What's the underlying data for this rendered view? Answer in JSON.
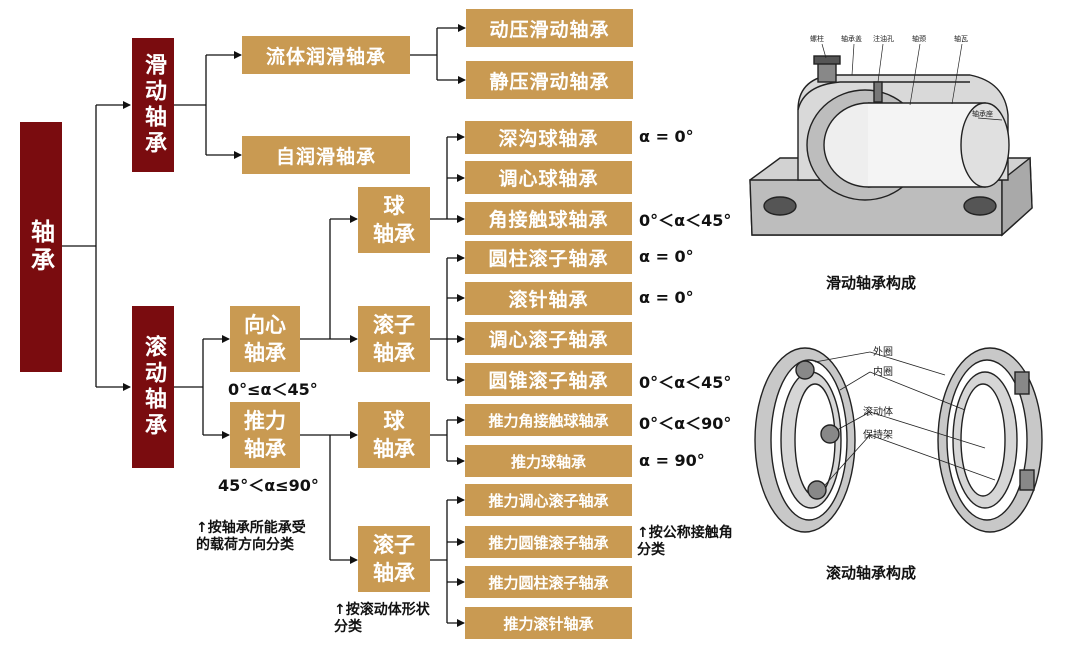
{
  "root": "轴承",
  "sliding": {
    "label": "滑动轴承",
    "fluid": "流体润滑轴承",
    "dynamic": "动压滑动轴承",
    "static": "静压滑动轴承",
    "self": "自润滑轴承"
  },
  "rolling": {
    "label": "滚动轴承",
    "radial": {
      "line1": "向心",
      "line2": "轴承",
      "angle": "0°≤α＜45°"
    },
    "thrust": {
      "line1": "推力",
      "line2": "轴承",
      "angle": "45°＜α≤90°"
    },
    "ball": {
      "line1": "球",
      "line2": "轴承"
    },
    "roller": {
      "line1": "滚子",
      "line2": "轴承"
    },
    "radial_ball_items": [
      {
        "label": "深沟球轴承",
        "angle": "α = 0°"
      },
      {
        "label": "调心球轴承",
        "angle": ""
      },
      {
        "label": "角接触球轴承",
        "angle": "0°＜α＜45°"
      }
    ],
    "radial_roller_items": [
      {
        "label": "圆柱滚子轴承",
        "angle": "α = 0°"
      },
      {
        "label": "滚针轴承",
        "angle": "α = 0°"
      },
      {
        "label": "调心滚子轴承",
        "angle": ""
      },
      {
        "label": "圆锥滚子轴承",
        "angle": "0°＜α＜45°"
      }
    ],
    "thrust_ball_items": [
      {
        "label": "推力角接触球轴承",
        "angle": "0°＜α＜90°"
      },
      {
        "label": "推力球轴承",
        "angle": "α = 90°"
      }
    ],
    "thrust_roller_items": [
      {
        "label": "推力调心滚子轴承"
      },
      {
        "label": "推力圆锥滚子轴承"
      },
      {
        "label": "推力圆柱滚子轴承"
      },
      {
        "label": "推力滚针轴承"
      }
    ]
  },
  "notes": {
    "load_direction": "↑按轴承所能承受\n的载荷方向分类",
    "rolling_shape": "↑按滚动体形状\n分类",
    "contact_angle": "↑按公称接触角\n分类"
  },
  "figures": {
    "sliding_caption": "滑动轴承构成",
    "rolling_caption": "滚动轴承构成",
    "sliding_parts": [
      "螺柱",
      "轴承盖",
      "注油孔",
      "轴颈",
      "轴瓦",
      "轴承座"
    ],
    "rolling_parts": [
      "外圈",
      "内圈",
      "滚动体",
      "保持架"
    ]
  },
  "colors": {
    "dark_red": "#7a0c0f",
    "gold": "#c99a52"
  }
}
